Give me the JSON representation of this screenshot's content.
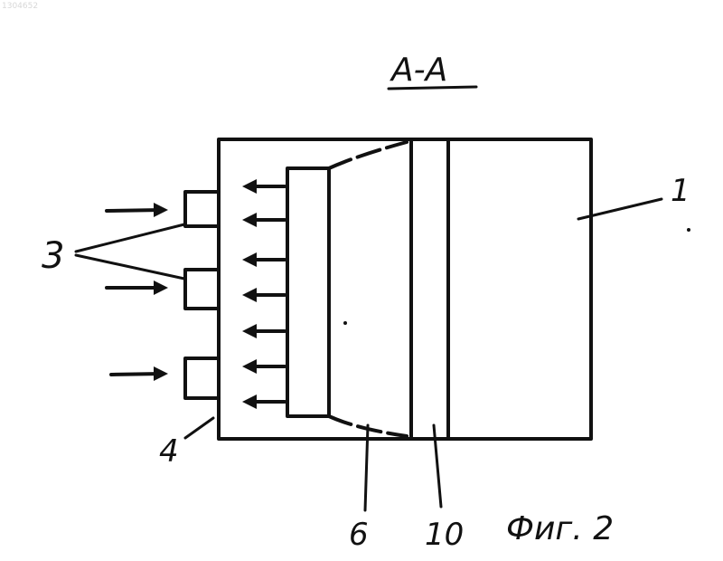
{
  "document_id": "1304652",
  "section_label": "А-А",
  "figure_caption": "Фиг. 2",
  "part_labels": {
    "housing": "1",
    "nozzles": "3",
    "wall": "4",
    "chamber": "6",
    "partition": "10"
  },
  "ink_color": "#111111"
}
